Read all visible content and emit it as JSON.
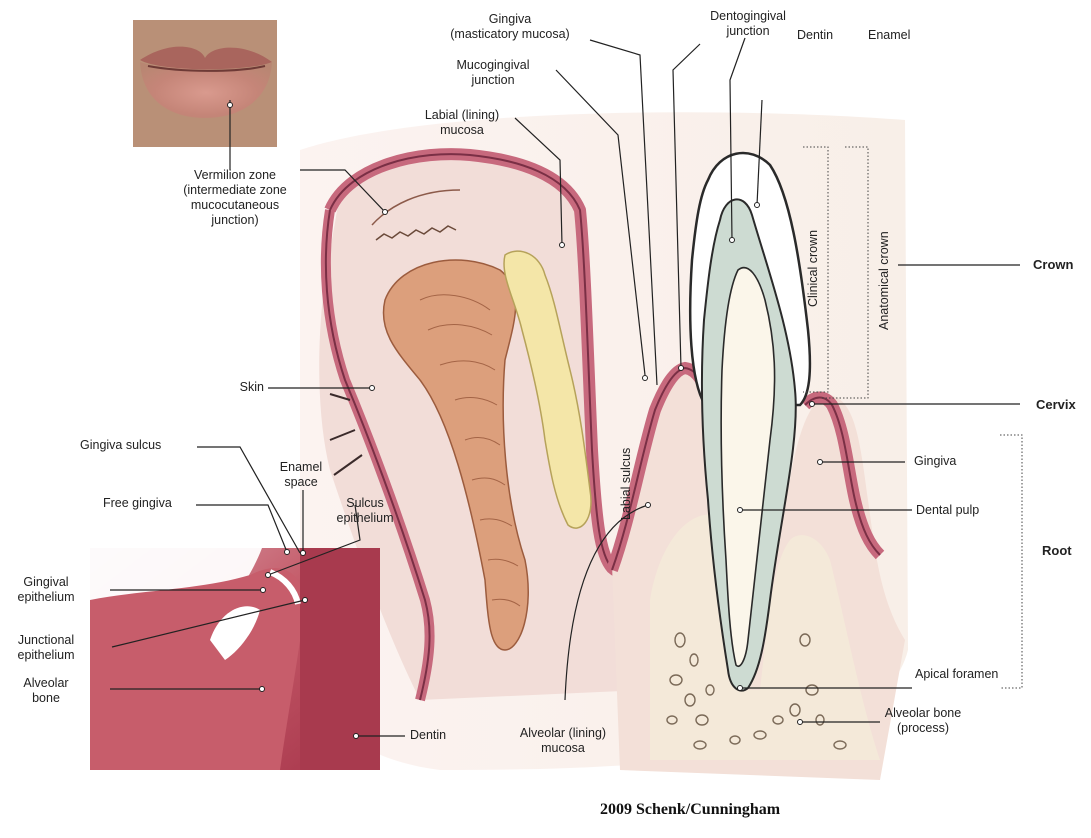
{
  "labels": {
    "vermilion": "Vermilion zone\n(intermediate zone\nmucocutaneous\njunction)",
    "labial_mucosa": "Labial (lining)\nmucosa",
    "mucogingival": "Mucogingival\njunction",
    "gingiva_masticatory": "Gingiva\n(masticatory mucosa)",
    "dentogingival": "Dentogingival\njunction",
    "dentin_top": "Dentin",
    "enamel": "Enamel",
    "skin": "Skin",
    "labial_sulcus": "Labial sulcus",
    "clinical_crown": "Clinical crown",
    "anatomical_crown": "Anatomical crown",
    "crown": "Crown",
    "cervix": "Cervix",
    "gingiva_right": "Gingiva",
    "dental_pulp": "Dental pulp",
    "root": "Root",
    "apical_foramen": "Apical foramen",
    "alveolar_bone_process": "Alveolar bone\n(process)",
    "alveolar_lining": "Alveolar (lining)\nmucosa",
    "gingiva_sulcus": "Gingiva sulcus",
    "enamel_space": "Enamel\nspace",
    "sulcus_epithelium": "Sulcus\nepithelium",
    "free_gingiva": "Free gingiva",
    "gingival_epithelium": "Gingival\nepithelium",
    "junctional_epithelium": "Junctional\nepithelium",
    "alveolar_bone": "Alveolar\nbone",
    "dentin_histo": "Dentin"
  },
  "credit": "2009 Schenk/Cunningham",
  "colors": {
    "mucosa": "#c7697d",
    "mucosa_dark": "#7a2f45",
    "pink_fill": "#f3dcd8",
    "muscle": "#dc9f7c",
    "gland": "#f4e6a8",
    "dentin": "#cddbd2",
    "pulp": "#fbf6ea",
    "bone": "#f4e9d9",
    "histo": "#b2434e"
  }
}
